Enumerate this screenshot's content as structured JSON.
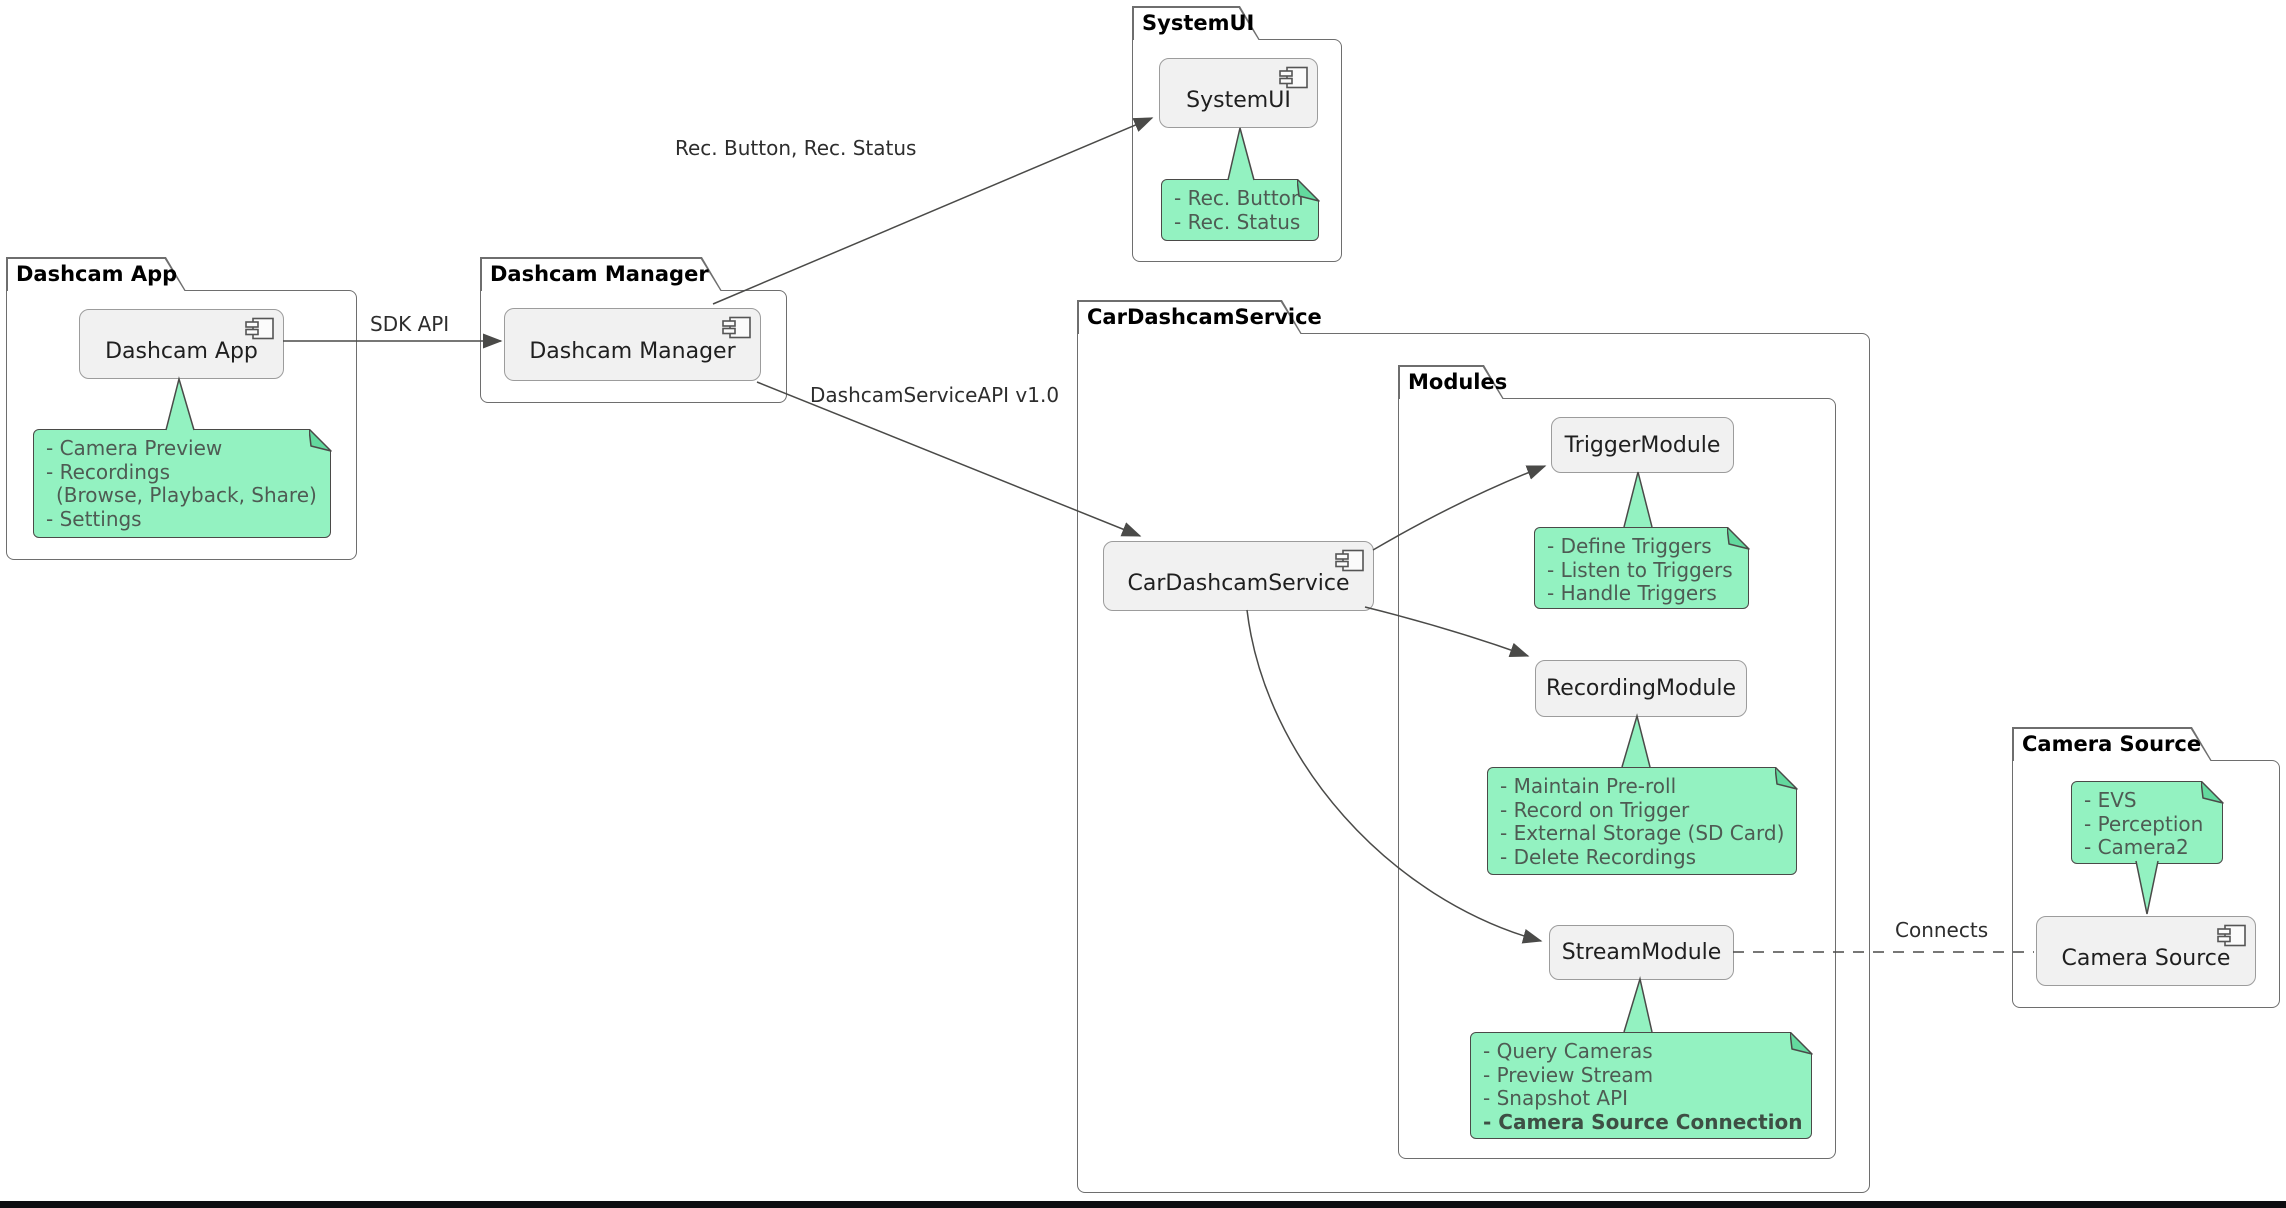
{
  "colors": {
    "note_bg": "#93F2C1",
    "note_fold": "#63D99E",
    "note_border": "#4A4A48",
    "note_text": "#4E5B53",
    "component_bg": "#F1F1F1",
    "component_border": "#9C9C9C",
    "package_border": "#6E6E6E",
    "line": "#4A4A48",
    "bottom_bar": "#0D0D11"
  },
  "packages": {
    "dashcam_app": {
      "title": "Dashcam App"
    },
    "dashcam_manager": {
      "title": "Dashcam Manager"
    },
    "systemui": {
      "title": "SystemUI"
    },
    "car_dashcam_service": {
      "title": "CarDashcamService"
    },
    "modules": {
      "title": "Modules"
    },
    "camera_source": {
      "title": "Camera Source"
    }
  },
  "components": {
    "dashcam_app": {
      "label": "Dashcam App"
    },
    "dashcam_manager": {
      "label": "Dashcam Manager"
    },
    "systemui": {
      "label": "SystemUI"
    },
    "car_dashcam_service": {
      "label": "CarDashcamService"
    },
    "trigger_module": {
      "label": "TriggerModule"
    },
    "recording_module": {
      "label": "RecordingModule"
    },
    "stream_module": {
      "label": "StreamModule"
    },
    "camera_source": {
      "label": "Camera Source"
    }
  },
  "notes": {
    "dashcam_app": {
      "lines": [
        "- Camera Preview",
        "- Recordings",
        "(Browse, Playback, Share)",
        "- Settings"
      ]
    },
    "systemui": {
      "lines": [
        "- Rec. Button",
        "- Rec. Status"
      ]
    },
    "trigger_module": {
      "lines": [
        "- Define Triggers",
        "- Listen to Triggers",
        "- Handle Triggers"
      ]
    },
    "recording_module": {
      "lines": [
        "- Maintain Pre-roll",
        "- Record on Trigger",
        "- External Storage (SD Card)",
        "- Delete Recordings"
      ]
    },
    "stream_module": {
      "lines": [
        "- Query Cameras",
        "- Preview Stream",
        "- Snapshot API",
        "- Camera Source Connection"
      ]
    },
    "camera_source": {
      "lines": [
        "- EVS",
        "- Perception",
        "- Camera2"
      ]
    }
  },
  "edges": {
    "sdk_api": {
      "label": "SDK API"
    },
    "manager_to_systemui": {
      "label": "Rec. Button, Rec. Status"
    },
    "manager_to_service": {
      "label": "DashcamServiceAPI v1.0"
    },
    "stream_to_camera": {
      "label": "Connects"
    }
  }
}
